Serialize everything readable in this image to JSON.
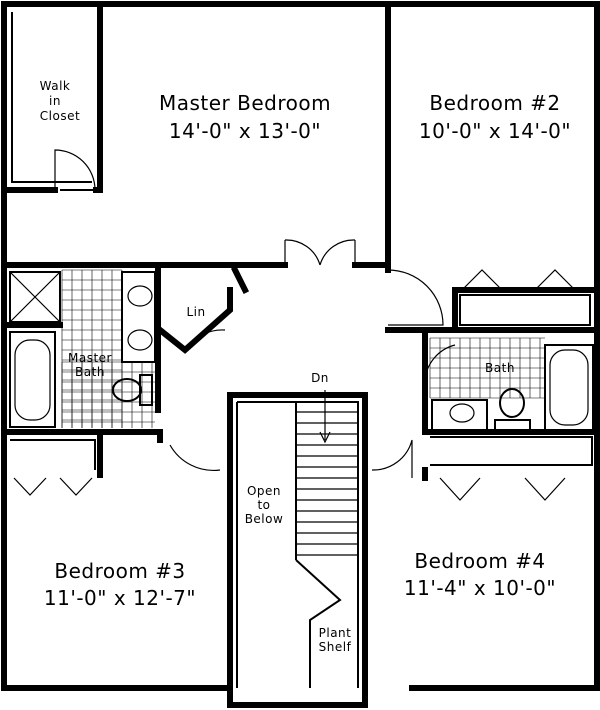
{
  "rooms": {
    "master": {
      "name": "Master Bedroom",
      "size": "14'-0\" x 13'-0\""
    },
    "bed2": {
      "name": "Bedroom #2",
      "size": "10'-0\" x 14'-0\""
    },
    "bed3": {
      "name": "Bedroom #3",
      "size": "11'-0\" x 12'-7\""
    },
    "bed4": {
      "name": "Bedroom #4",
      "size": "11'-4\" x 10'-0\""
    },
    "closet": {
      "line1": "Walk",
      "line2": "in",
      "line3": "Closet"
    },
    "master_bath": {
      "line1": "Master",
      "line2": "Bath"
    },
    "bath": {
      "name": "Bath"
    },
    "linen": {
      "name": "Lin"
    },
    "stairs": {
      "name": "Dn"
    },
    "open_below": {
      "line1": "Open",
      "line2": "to",
      "line3": "Below"
    },
    "plant_shelf": {
      "line1": "Plant",
      "line2": "Shelf"
    }
  }
}
